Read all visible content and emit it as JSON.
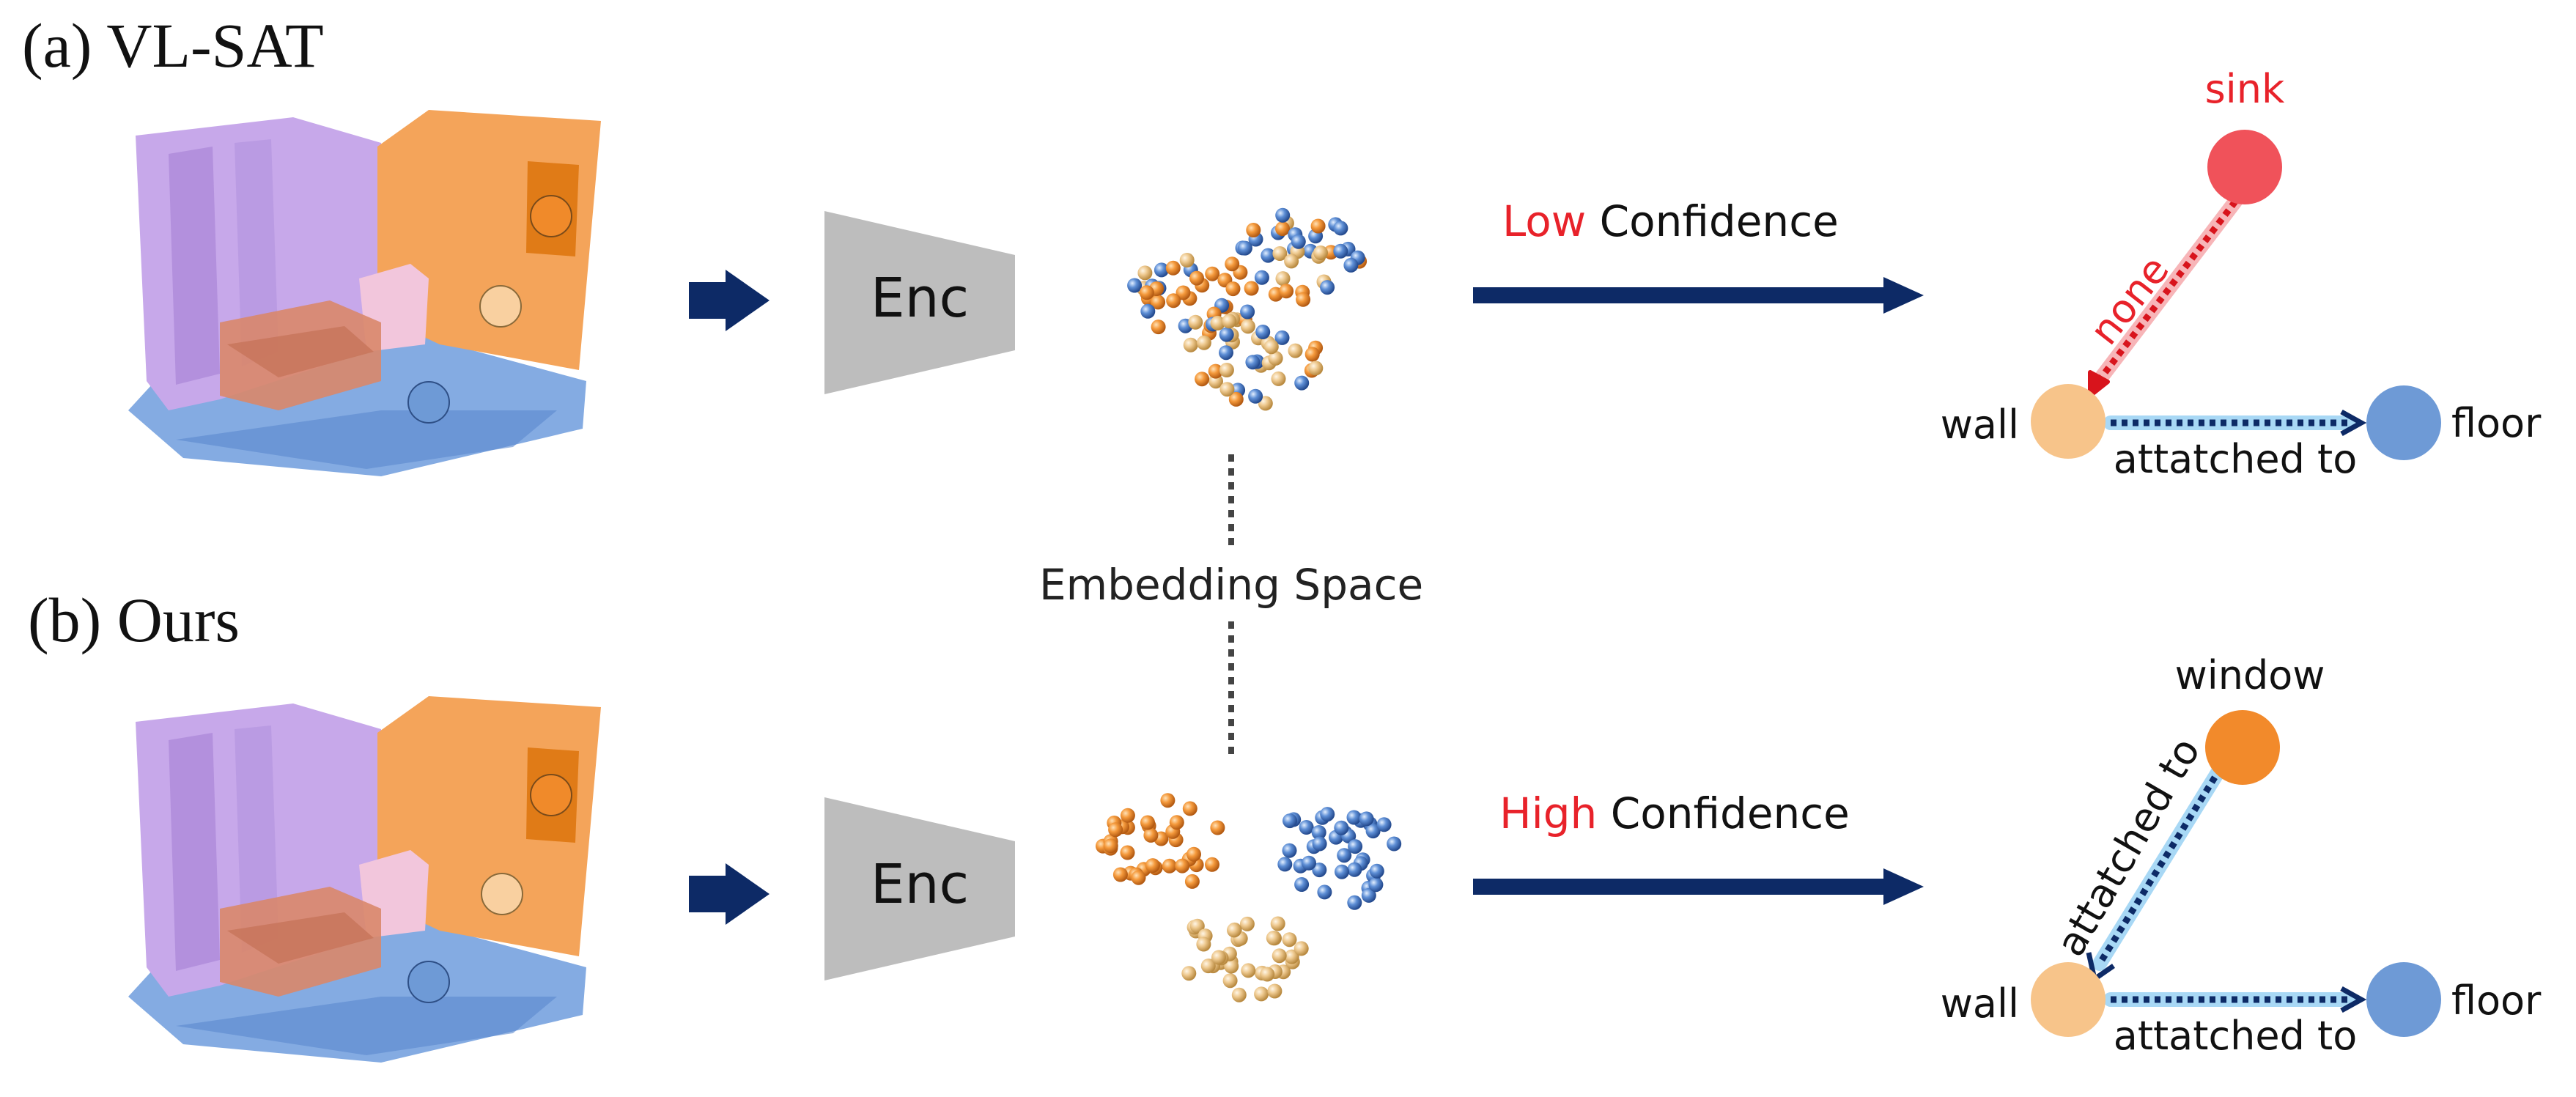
{
  "panels": {
    "a": {
      "title": "(a) VL-SAT",
      "encoder_label": "Enc",
      "confidence_word": "Low",
      "confidence_rest": "Confidence"
    },
    "b": {
      "title": "(b) Ours",
      "encoder_label": "Enc",
      "confidence_word": "High",
      "confidence_rest": "Confidence"
    }
  },
  "embedding_label": "Embedding Space",
  "graph_a": {
    "nodes": {
      "sink": "sink",
      "wall": "wall",
      "floor": "floor"
    },
    "edges": {
      "sink_wall": "none",
      "wall_floor": "attatched to"
    }
  },
  "graph_b": {
    "nodes": {
      "window": "window",
      "wall": "wall",
      "floor": "floor"
    },
    "edges": {
      "window_wall": "attatched to",
      "wall_floor": "attatched to"
    }
  },
  "colors": {
    "accent_red": "#e8222a",
    "arrow_navy": "#0d2a66",
    "node_sink": "#f0525a",
    "node_wall": "#f7c48a",
    "node_floor": "#6e9ad6",
    "node_window": "#f28a2b",
    "encoder_gray": "#bdbdbd"
  },
  "icons": {
    "scene_a": "3d-point-cloud-room",
    "scene_b": "3d-point-cloud-room",
    "cluster_a": "mixed-embedding-cluster",
    "cluster_b": "separated-embedding-clusters"
  }
}
